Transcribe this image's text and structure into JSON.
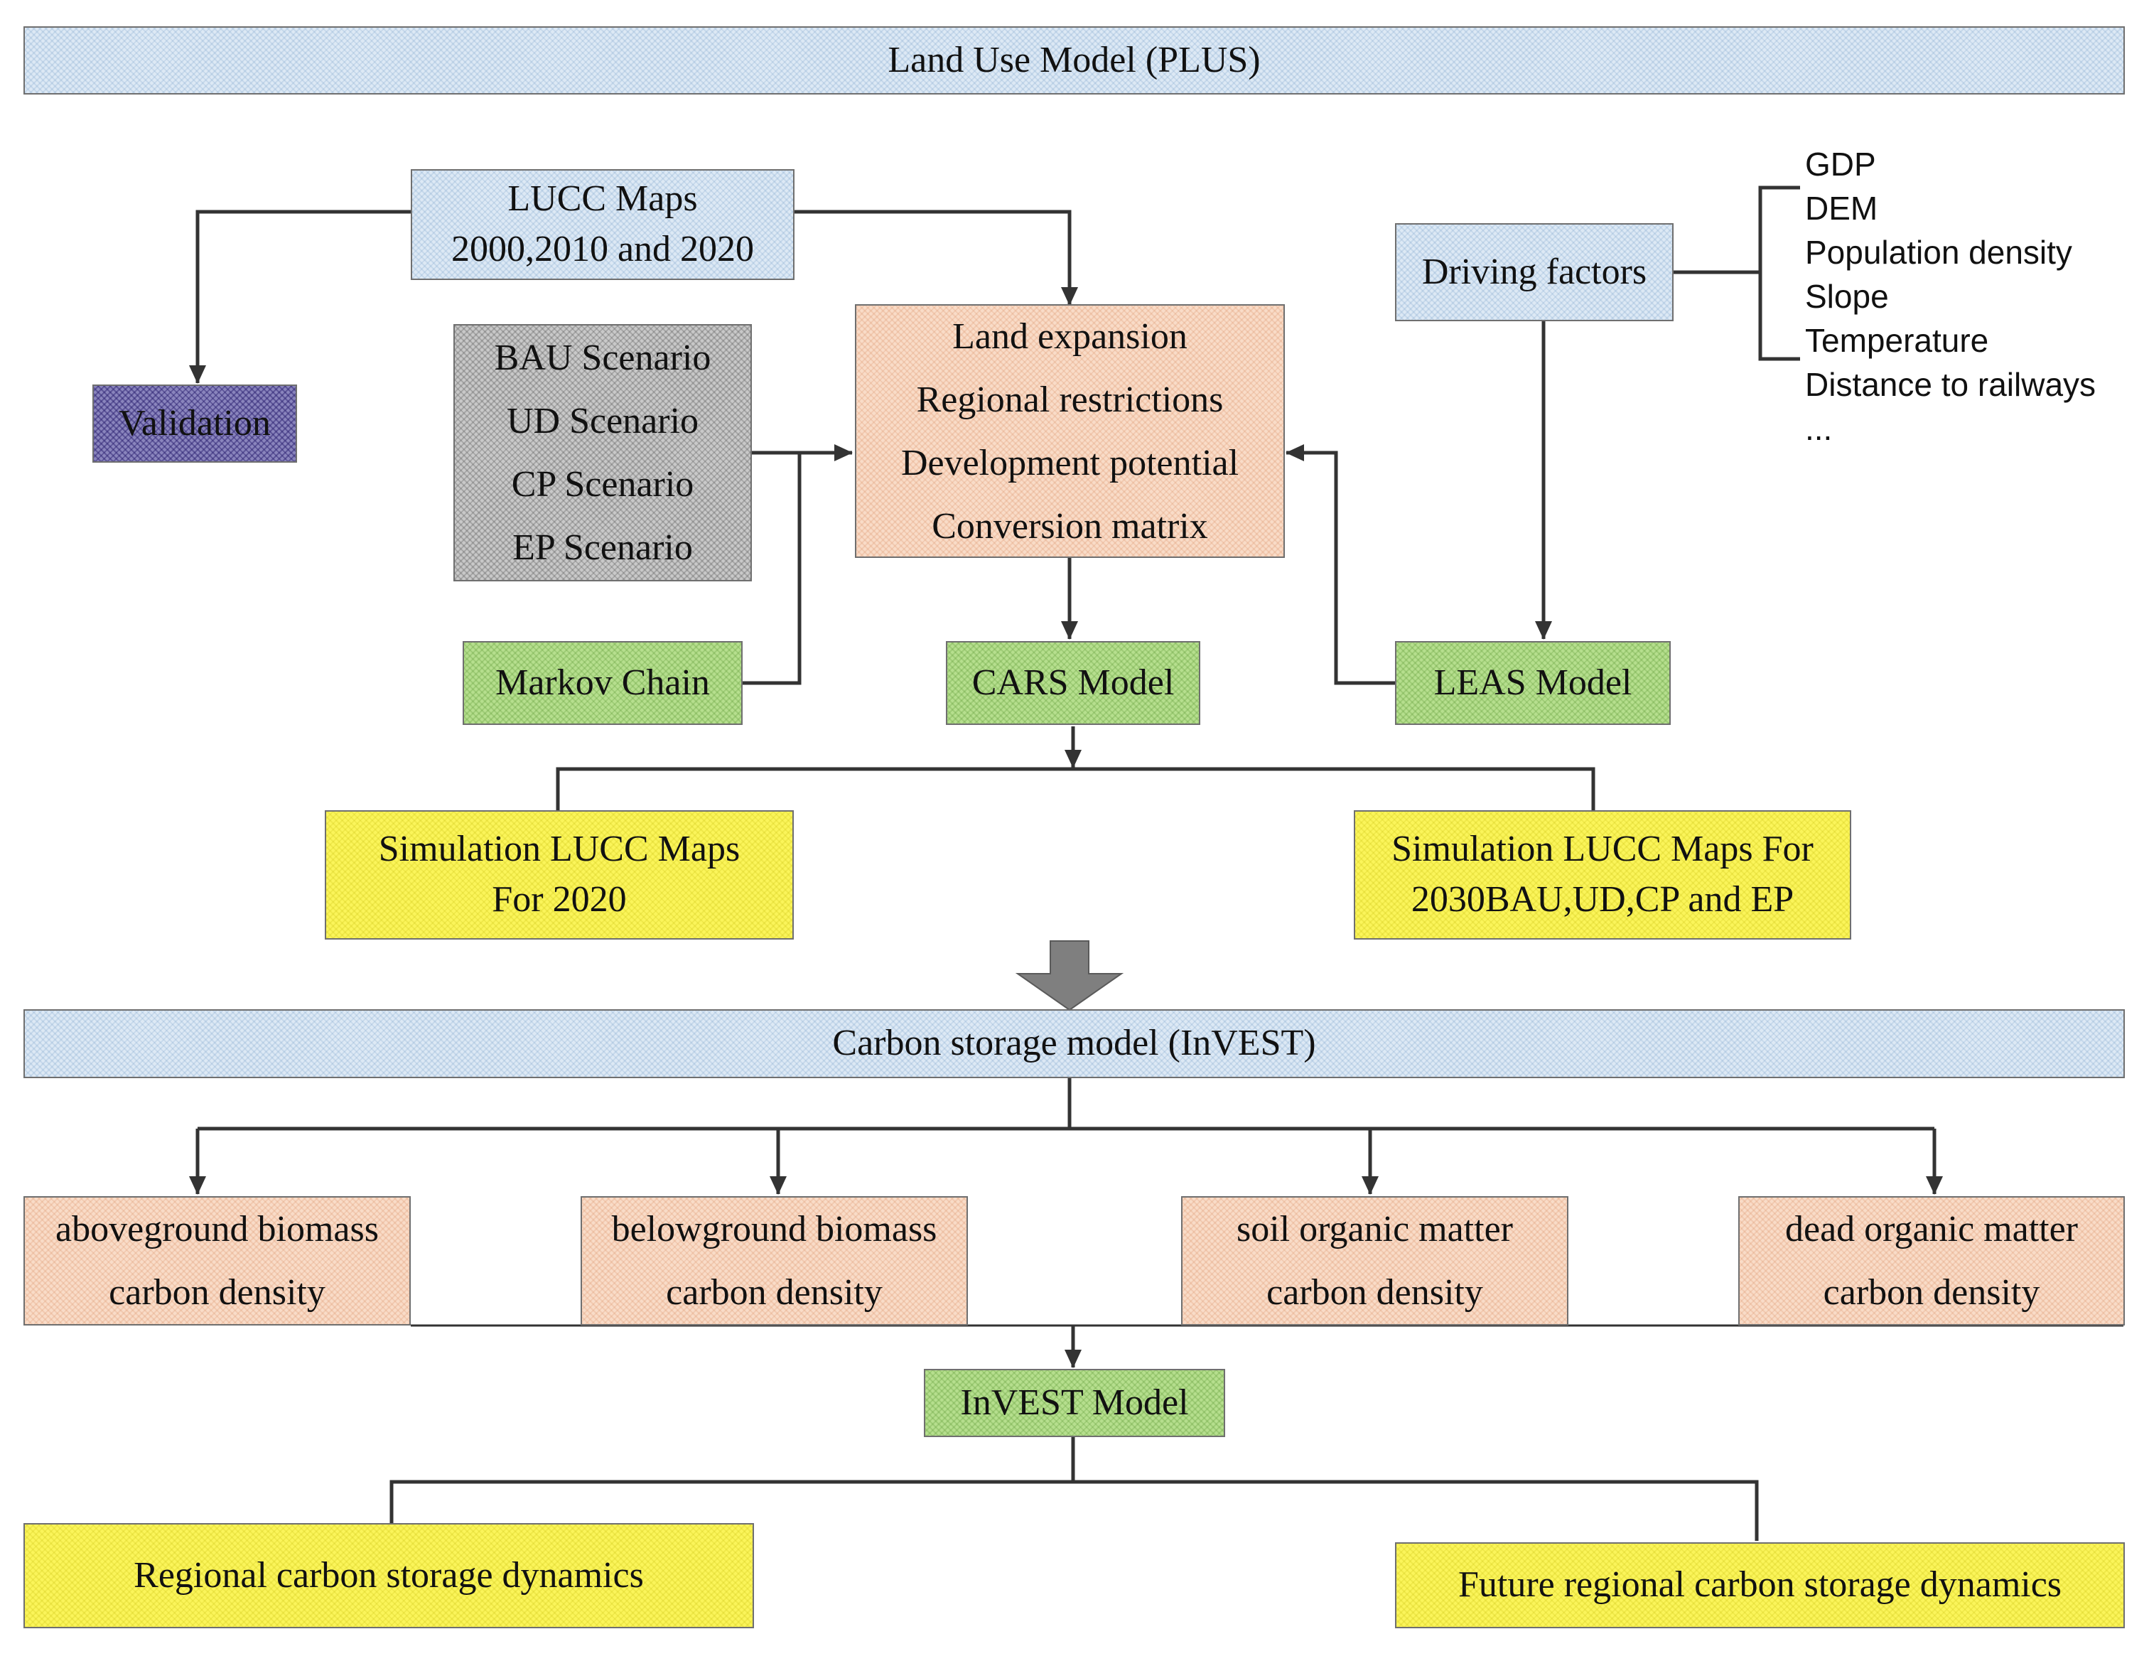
{
  "header": {
    "title": "Land Use Model (PLUS)"
  },
  "lucc_maps": {
    "line1": "LUCC Maps",
    "line2": "2000,2010 and 2020"
  },
  "validation": {
    "label": "Validation"
  },
  "scenarios": [
    "BAU Scenario",
    "UD Scenario",
    "CP Scenario",
    "EP Scenario"
  ],
  "core": [
    "Land expansion",
    "Regional restrictions",
    "Development potential",
    "Conversion matrix"
  ],
  "driving_factors": {
    "label": "Driving factors",
    "items": [
      "GDP",
      "DEM",
      "Population density",
      "Slope",
      "Temperature",
      "Distance to railways",
      "..."
    ]
  },
  "markov": {
    "label": "Markov Chain"
  },
  "cars": {
    "label": "CARS Model"
  },
  "leas": {
    "label": "LEAS Model"
  },
  "sim_2020": {
    "line1": "Simulation LUCC Maps",
    "line2": "For 2020"
  },
  "sim_2030": {
    "line1": "Simulation LUCC Maps For",
    "line2": "2030BAU,UD,CP and EP"
  },
  "carbon_model": {
    "title": "Carbon storage model (InVEST)"
  },
  "densities": [
    {
      "line1": "aboveground biomass",
      "line2": "carbon density"
    },
    {
      "line1": "belowground biomass",
      "line2": "carbon density"
    },
    {
      "line1": "soil organic matter",
      "line2": "carbon density"
    },
    {
      "line1": "dead organic matter",
      "line2": "carbon density"
    }
  ],
  "invest": {
    "label": "InVEST Model"
  },
  "regional": {
    "label": "Regional carbon storage dynamics"
  },
  "future": {
    "label": "Future regional carbon storage dynamics"
  },
  "colors": {
    "line": "#2b2b2b",
    "blue": "#dde9f5",
    "orange": "#f9dcc8",
    "green": "#b6df8e",
    "gray": "#c9c9c9",
    "yellow": "#fbf55a",
    "purple": "#8a85bd",
    "big_arrow": "#7f7f7f"
  }
}
